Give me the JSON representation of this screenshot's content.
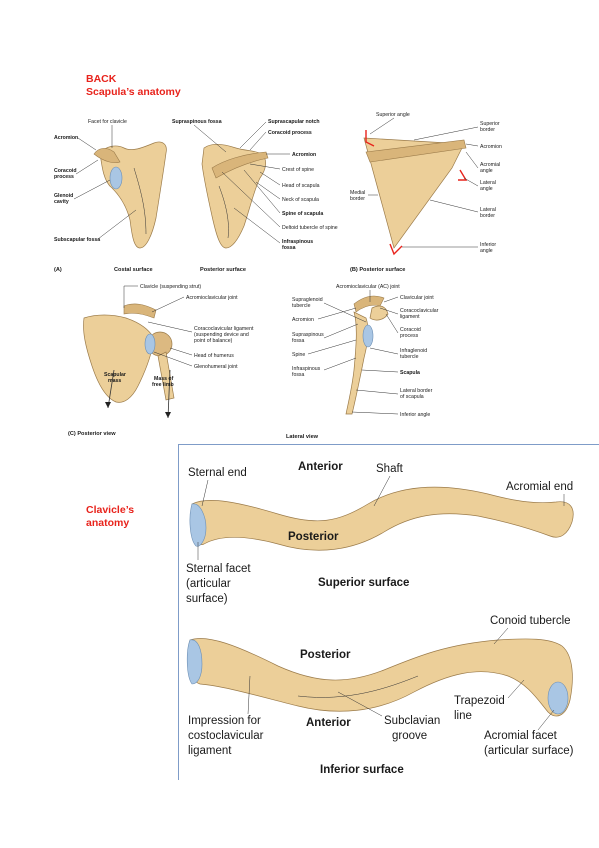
{
  "headings": {
    "back": "BACK",
    "scapula": "Scapula’s anatomy",
    "clavicle_line1": "Clavicle’s",
    "clavicle_line2": "anatomy"
  },
  "scapula_figure": {
    "panel_a": {
      "labels": {
        "facet_for_clavicle": "Facet for clavicle",
        "acromion": "Acromion",
        "coracoid_process_1": "Coracoid",
        "coracoid_process_2": "process",
        "glenoid_cavity_1": "Glenoid",
        "glenoid_cavity_2": "cavity",
        "subscapular_fossa": "Subscapular fossa",
        "supraspinous_fossa": "Supraspinous fossa",
        "suprascapular_notch": "Suprascapular notch",
        "coracoid_process_r": "Coracoid process",
        "acromion_r": "Acromion",
        "crest_of_spine": "Crest of spine",
        "head_of_scapula": "Head of scapula",
        "neck_of_scapula": "Neck of scapula",
        "spine_of_scapula": "Spine of scapula",
        "deltoid_tubercle": "Deltoid tubercle of spine",
        "infraspinous_fossa_1": "Infraspinous",
        "infraspinous_fossa_2": "fossa"
      },
      "caption_letter": "(A)",
      "caption_costal": "Costal surface",
      "caption_posterior": "Posterior surface"
    },
    "panel_b": {
      "labels": {
        "superior_angle": "Superior angle",
        "superior_border_1": "Superior",
        "superior_border_2": "border",
        "acromion": "Acromion",
        "acromial_angle_1": "Acromial",
        "acromial_angle_2": "angle",
        "lateral_angle_1": "Lateral",
        "lateral_angle_2": "angle",
        "medial_border_1": "Medial",
        "medial_border_2": "border",
        "lateral_border_1": "Lateral",
        "lateral_border_2": "border",
        "inferior_angle_1": "Inferior",
        "inferior_angle_2": "angle"
      },
      "caption": "(B) Posterior surface"
    },
    "panel_c": {
      "labels": {
        "clavicle": "Clavicle (suspending strut)",
        "ac_joint": "Acromioclavicular joint",
        "cc_ligament_1": "Coracoclavicular ligament",
        "cc_ligament_2": "(suspending device and",
        "cc_ligament_3": "point of balance)",
        "head_of_humerus": "Head of humerus",
        "glenohumeral_joint": "Glenohumeral joint",
        "scapular_mass_1": "Scapular",
        "scapular_mass_2": "mass",
        "mass_free_limb_1": "Mass of",
        "mass_free_limb_2": "free limb"
      },
      "caption": "(C) Posterior view"
    },
    "lateral_view": {
      "labels": {
        "ac_joint": "Acromioclavicular (AC) joint",
        "supraglenoid_1": "Supraglenoid",
        "supraglenoid_2": "tubercle",
        "acromion": "Acromion",
        "supraspinous_1": "Supraspinous",
        "supraspinous_2": "fossa",
        "spine": "Spine",
        "infraspinous_1": "Infraspinous",
        "infraspinous_2": "fossa",
        "clavicular_joint": "Clavicular joint",
        "coracoclavicular_1": "Coracoclavicular",
        "coracoclavicular_2": "ligament",
        "coracoid_1": "Coracoid",
        "coracoid_2": "process",
        "infraglenoid_1": "Infraglenoid",
        "infraglenoid_2": "tubercle",
        "scapula": "Scapula",
        "lateral_border_1": "Lateral border",
        "lateral_border_2": "of scapula",
        "inferior_angle": "Inferior angle"
      },
      "caption": "Lateral view"
    }
  },
  "clavicle_figure": {
    "superior": {
      "sternal_end": "Sternal end",
      "anterior": "Anterior",
      "shaft": "Shaft",
      "acromial_end": "Acromial end",
      "posterior": "Posterior",
      "sternal_facet_1": "Sternal facet",
      "sternal_facet_2": "(articular",
      "sternal_facet_3": "surface)",
      "caption": "Superior surface"
    },
    "inferior": {
      "conoid_tubercle": "Conoid tubercle",
      "posterior": "Posterior",
      "trapezoid_1": "Trapezoid",
      "trapezoid_2": "line",
      "impression_1": "Impression for",
      "impression_2": "costoclavicular",
      "impression_3": "ligament",
      "anterior": "Anterior",
      "subclavian_1": "Subclavian",
      "subclavian_2": "groove",
      "acromial_facet_1": "Acromial facet",
      "acromial_facet_2": "(articular surface)",
      "caption": "Inferior surface"
    }
  }
}
